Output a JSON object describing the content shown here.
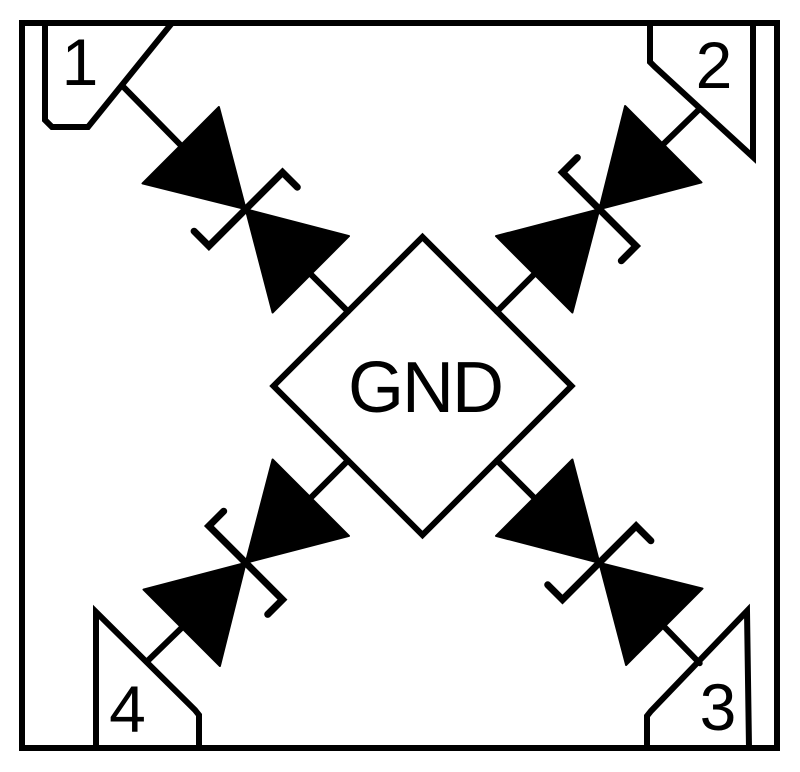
{
  "diagram": {
    "type": "ic-pinout-schematic",
    "description": "Quad bidirectional TVS diode array pinout diagram",
    "center_label": "GND",
    "pins": [
      {
        "number": "1",
        "position": "top-left"
      },
      {
        "number": "2",
        "position": "top-right"
      },
      {
        "number": "3",
        "position": "bottom-right"
      },
      {
        "number": "4",
        "position": "bottom-left"
      }
    ],
    "colors": {
      "line": "#000000",
      "background": "#ffffff"
    }
  }
}
